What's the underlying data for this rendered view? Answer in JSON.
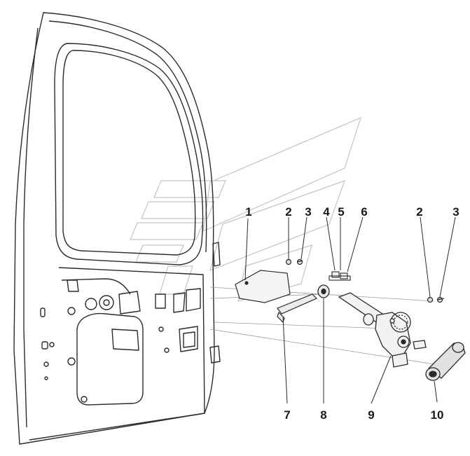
{
  "diagram": {
    "callouts": [
      {
        "label": "1"
      },
      {
        "label": "2"
      },
      {
        "label": "3"
      },
      {
        "label": "4"
      },
      {
        "label": "5"
      },
      {
        "label": "6"
      },
      {
        "label": "7"
      },
      {
        "label": "8"
      },
      {
        "label": "9"
      },
      {
        "label": "10"
      },
      {
        "label": "2"
      },
      {
        "label": "3"
      }
    ],
    "colors": {
      "line": "#2a2a2a",
      "watermark": "#bdbdbd",
      "background": "#ffffff"
    }
  }
}
